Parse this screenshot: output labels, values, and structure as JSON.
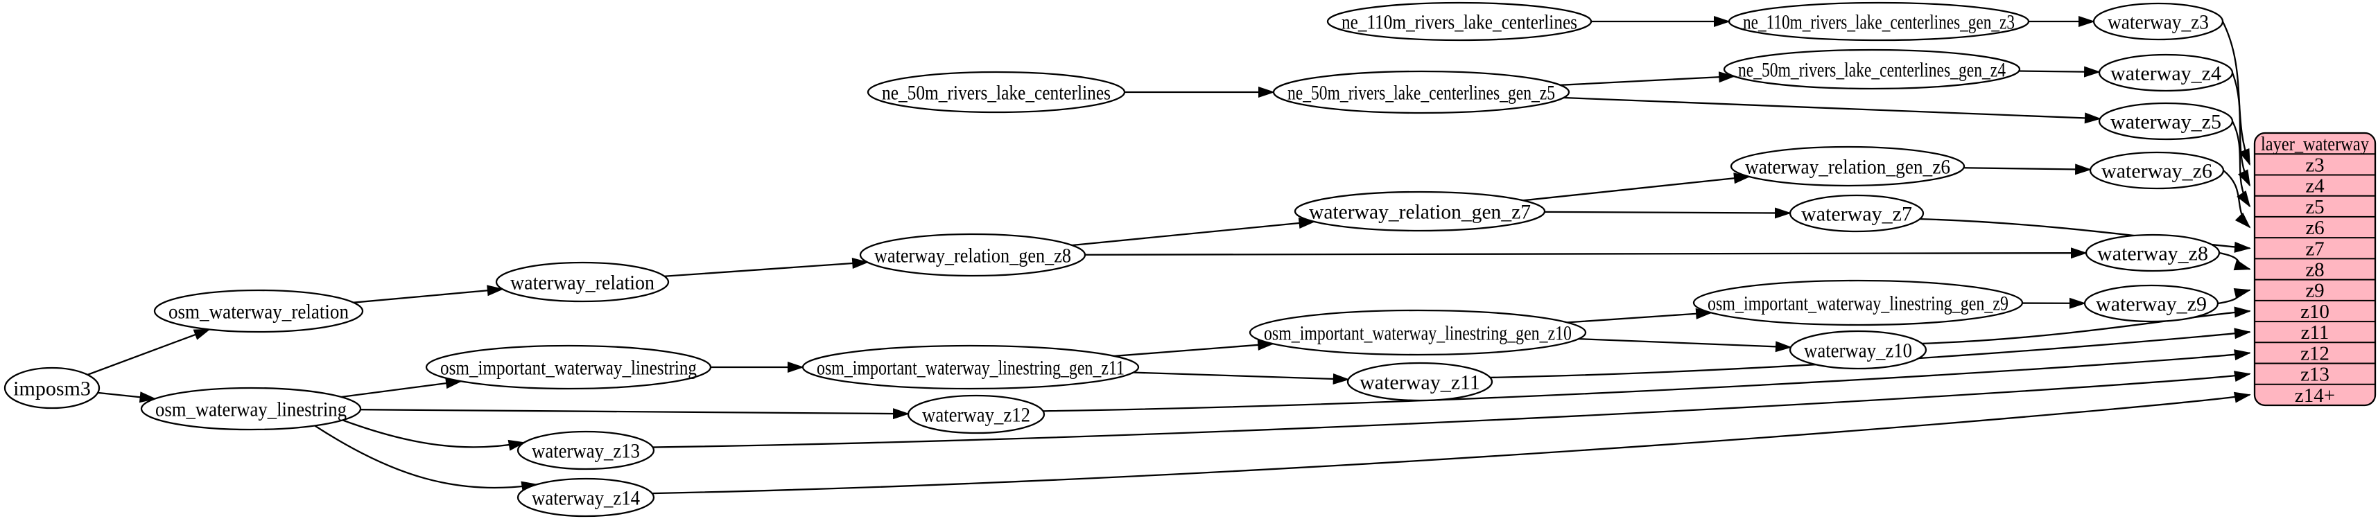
{
  "diagram": {
    "background_color": "#ffffff",
    "node_fill": "#ffffff",
    "node_stroke": "#000000",
    "edge_color": "#000000",
    "text_color": "#000000",
    "record_fill": "#ffb6c1",
    "record_stroke": "#000000"
  },
  "nodes": [
    {
      "id": "imposm3",
      "label": "imposm3"
    },
    {
      "id": "osm_waterway_relation",
      "label": "osm_waterway_relation"
    },
    {
      "id": "osm_waterway_linestring",
      "label": "osm_waterway_linestring"
    },
    {
      "id": "waterway_relation",
      "label": "waterway_relation"
    },
    {
      "id": "osm_important_waterway_linestring",
      "label": "osm_important_waterway_linestring"
    },
    {
      "id": "waterway_z13",
      "label": "waterway_z13"
    },
    {
      "id": "waterway_z14",
      "label": "waterway_z14"
    },
    {
      "id": "waterway_relation_gen_z8",
      "label": "waterway_relation_gen_z8"
    },
    {
      "id": "osm_important_waterway_linestring_gen_z11",
      "label": "osm_important_waterway_linestring_gen_z11"
    },
    {
      "id": "waterway_z12",
      "label": "waterway_z12"
    },
    {
      "id": "ne_50m_rivers_lake_centerlines",
      "label": "ne_50m_rivers_lake_centerlines"
    },
    {
      "id": "ne_110m_rivers_lake_centerlines",
      "label": "ne_110m_rivers_lake_centerlines"
    },
    {
      "id": "ne_50m_rivers_lake_centerlines_gen_z5",
      "label": "ne_50m_rivers_lake_centerlines_gen_z5"
    },
    {
      "id": "waterway_relation_gen_z7",
      "label": "waterway_relation_gen_z7"
    },
    {
      "id": "osm_important_waterway_linestring_gen_z10",
      "label": "osm_important_waterway_linestring_gen_z10"
    },
    {
      "id": "waterway_z11",
      "label": "waterway_z11"
    },
    {
      "id": "waterway_relation_gen_z6",
      "label": "waterway_relation_gen_z6"
    },
    {
      "id": "ne_110m_rivers_lake_centerlines_gen_z3",
      "label": "ne_110m_rivers_lake_centerlines_gen_z3"
    },
    {
      "id": "ne_50m_rivers_lake_centerlines_gen_z4",
      "label": "ne_50m_rivers_lake_centerlines_gen_z4"
    },
    {
      "id": "waterway_z7",
      "label": "waterway_z7"
    },
    {
      "id": "osm_important_waterway_linestring_gen_z9",
      "label": "osm_important_waterway_linestring_gen_z9"
    },
    {
      "id": "waterway_z10",
      "label": "waterway_z10"
    },
    {
      "id": "waterway_z3",
      "label": "waterway_z3"
    },
    {
      "id": "waterway_z4",
      "label": "waterway_z4"
    },
    {
      "id": "waterway_z5",
      "label": "waterway_z5"
    },
    {
      "id": "waterway_z6",
      "label": "waterway_z6"
    },
    {
      "id": "waterway_z8",
      "label": "waterway_z8"
    },
    {
      "id": "waterway_z9",
      "label": "waterway_z9"
    }
  ],
  "record": {
    "id": "layer_waterway",
    "title": "layer_waterway",
    "rows": [
      "z3",
      "z4",
      "z5",
      "z6",
      "z7",
      "z8",
      "z9",
      "z10",
      "z11",
      "z12",
      "z13",
      "z14+"
    ]
  },
  "edges": [
    {
      "from": "imposm3",
      "to": "osm_waterway_relation"
    },
    {
      "from": "imposm3",
      "to": "osm_waterway_linestring"
    },
    {
      "from": "osm_waterway_relation",
      "to": "waterway_relation"
    },
    {
      "from": "waterway_relation",
      "to": "waterway_relation_gen_z8"
    },
    {
      "from": "waterway_relation_gen_z8",
      "to": "waterway_relation_gen_z7"
    },
    {
      "from": "waterway_relation_gen_z8",
      "to": "waterway_z8"
    },
    {
      "from": "waterway_relation_gen_z7",
      "to": "waterway_relation_gen_z6"
    },
    {
      "from": "waterway_relation_gen_z7",
      "to": "waterway_z7"
    },
    {
      "from": "waterway_relation_gen_z6",
      "to": "waterway_z6"
    },
    {
      "from": "ne_110m_rivers_lake_centerlines",
      "to": "ne_110m_rivers_lake_centerlines_gen_z3"
    },
    {
      "from": "ne_110m_rivers_lake_centerlines_gen_z3",
      "to": "waterway_z3"
    },
    {
      "from": "ne_50m_rivers_lake_centerlines",
      "to": "ne_50m_rivers_lake_centerlines_gen_z5"
    },
    {
      "from": "ne_50m_rivers_lake_centerlines_gen_z5",
      "to": "ne_50m_rivers_lake_centerlines_gen_z4"
    },
    {
      "from": "ne_50m_rivers_lake_centerlines_gen_z5",
      "to": "waterway_z5"
    },
    {
      "from": "ne_50m_rivers_lake_centerlines_gen_z4",
      "to": "waterway_z4"
    },
    {
      "from": "osm_waterway_linestring",
      "to": "osm_important_waterway_linestring"
    },
    {
      "from": "osm_important_waterway_linestring",
      "to": "osm_important_waterway_linestring_gen_z11"
    },
    {
      "from": "osm_important_waterway_linestring_gen_z11",
      "to": "osm_important_waterway_linestring_gen_z10"
    },
    {
      "from": "osm_important_waterway_linestring_gen_z11",
      "to": "waterway_z11"
    },
    {
      "from": "osm_important_waterway_linestring_gen_z10",
      "to": "osm_important_waterway_linestring_gen_z9"
    },
    {
      "from": "osm_important_waterway_linestring_gen_z10",
      "to": "waterway_z10"
    },
    {
      "from": "osm_important_waterway_linestring_gen_z9",
      "to": "waterway_z9"
    },
    {
      "from": "osm_waterway_linestring",
      "to": "waterway_z12"
    },
    {
      "from": "osm_waterway_linestring",
      "to": "waterway_z13"
    },
    {
      "from": "osm_waterway_linestring",
      "to": "waterway_z14"
    },
    {
      "from": "waterway_z3",
      "to": "layer_waterway:z3"
    },
    {
      "from": "waterway_z4",
      "to": "layer_waterway:z4"
    },
    {
      "from": "waterway_z5",
      "to": "layer_waterway:z5"
    },
    {
      "from": "waterway_z6",
      "to": "layer_waterway:z6"
    },
    {
      "from": "waterway_z7",
      "to": "layer_waterway:z7"
    },
    {
      "from": "waterway_z8",
      "to": "layer_waterway:z8"
    },
    {
      "from": "waterway_z9",
      "to": "layer_waterway:z9"
    },
    {
      "from": "waterway_z10",
      "to": "layer_waterway:z10"
    },
    {
      "from": "waterway_z11",
      "to": "layer_waterway:z11"
    },
    {
      "from": "waterway_z12",
      "to": "layer_waterway:z12"
    },
    {
      "from": "waterway_z13",
      "to": "layer_waterway:z13"
    },
    {
      "from": "waterway_z14",
      "to": "layer_waterway:z14+"
    }
  ]
}
